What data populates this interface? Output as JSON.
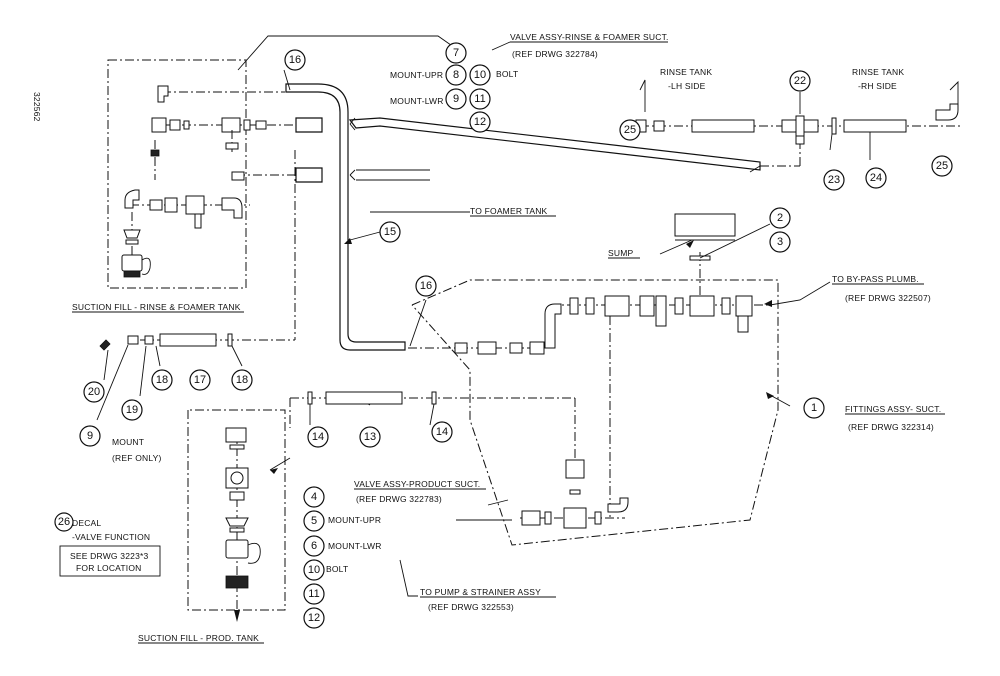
{
  "drawing_number": "322562",
  "labels": {
    "valve_rinse_foamer": "VALVE ASSY-RINSE & FOAMER SUCT.",
    "valve_rinse_foamer_ref": "(REF DRWG 322784)",
    "mount_upr": "MOUNT-UPR",
    "mount_lwr": "MOUNT-LWR",
    "bolt": "BOLT",
    "rinse_lh": [
      "RINSE TANK",
      "-LH SIDE"
    ],
    "rinse_rh": [
      "RINSE TANK",
      "-RH SIDE"
    ],
    "to_foamer": "TO FOAMER TANK",
    "sump": "SUMP",
    "to_bypass": "TO BY-PASS PLUMB.",
    "to_bypass_ref": "(REF DRWG 322507)",
    "suction_fill_rinse": "SUCTION FILL - RINSE & FOAMER TANK",
    "mount_ref": [
      "MOUNT",
      "(REF ONLY)"
    ],
    "fittings_assy": "FITTINGS ASSY- SUCT.",
    "fittings_assy_ref": "(REF DRWG 322314)",
    "valve_product": "VALVE ASSY-PRODUCT SUCT.",
    "valve_product_ref": "(REF DRWG 322783)",
    "mount_upr2": "MOUNT-UPR",
    "mount_lwr2": "MOUNT-LWR",
    "bolt2": "BOLT",
    "decal": [
      "DECAL",
      "-VALVE FUNCTION"
    ],
    "see_drwg": [
      "SEE DRWG 3223*3",
      "FOR LOCATION"
    ],
    "to_pump": "TO PUMP & STRAINER ASSY",
    "to_pump_ref": "(REF DRWG 322553)",
    "suction_fill_prod": "SUCTION FILL - PROD. TANK"
  },
  "callouts": {
    "c7": "7",
    "c8": "8",
    "c9a": "9",
    "c10a": "10",
    "c11a": "11",
    "c12a": "12",
    "c16a": "16",
    "c22": "22",
    "c25a": "25",
    "c25b": "25",
    "c23": "23",
    "c24": "24",
    "c15": "15",
    "c2": "2",
    "c3": "3",
    "c16b": "16",
    "c1": "1",
    "c20": "20",
    "c19": "19",
    "c18a": "18",
    "c17": "17",
    "c18b": "18",
    "c9b": "9",
    "c14a": "14",
    "c13": "13",
    "c14b": "14",
    "c4": "4",
    "c5": "5",
    "c6": "6",
    "c10b": "10",
    "c11b": "11",
    "c12b": "12",
    "c26": "26"
  }
}
